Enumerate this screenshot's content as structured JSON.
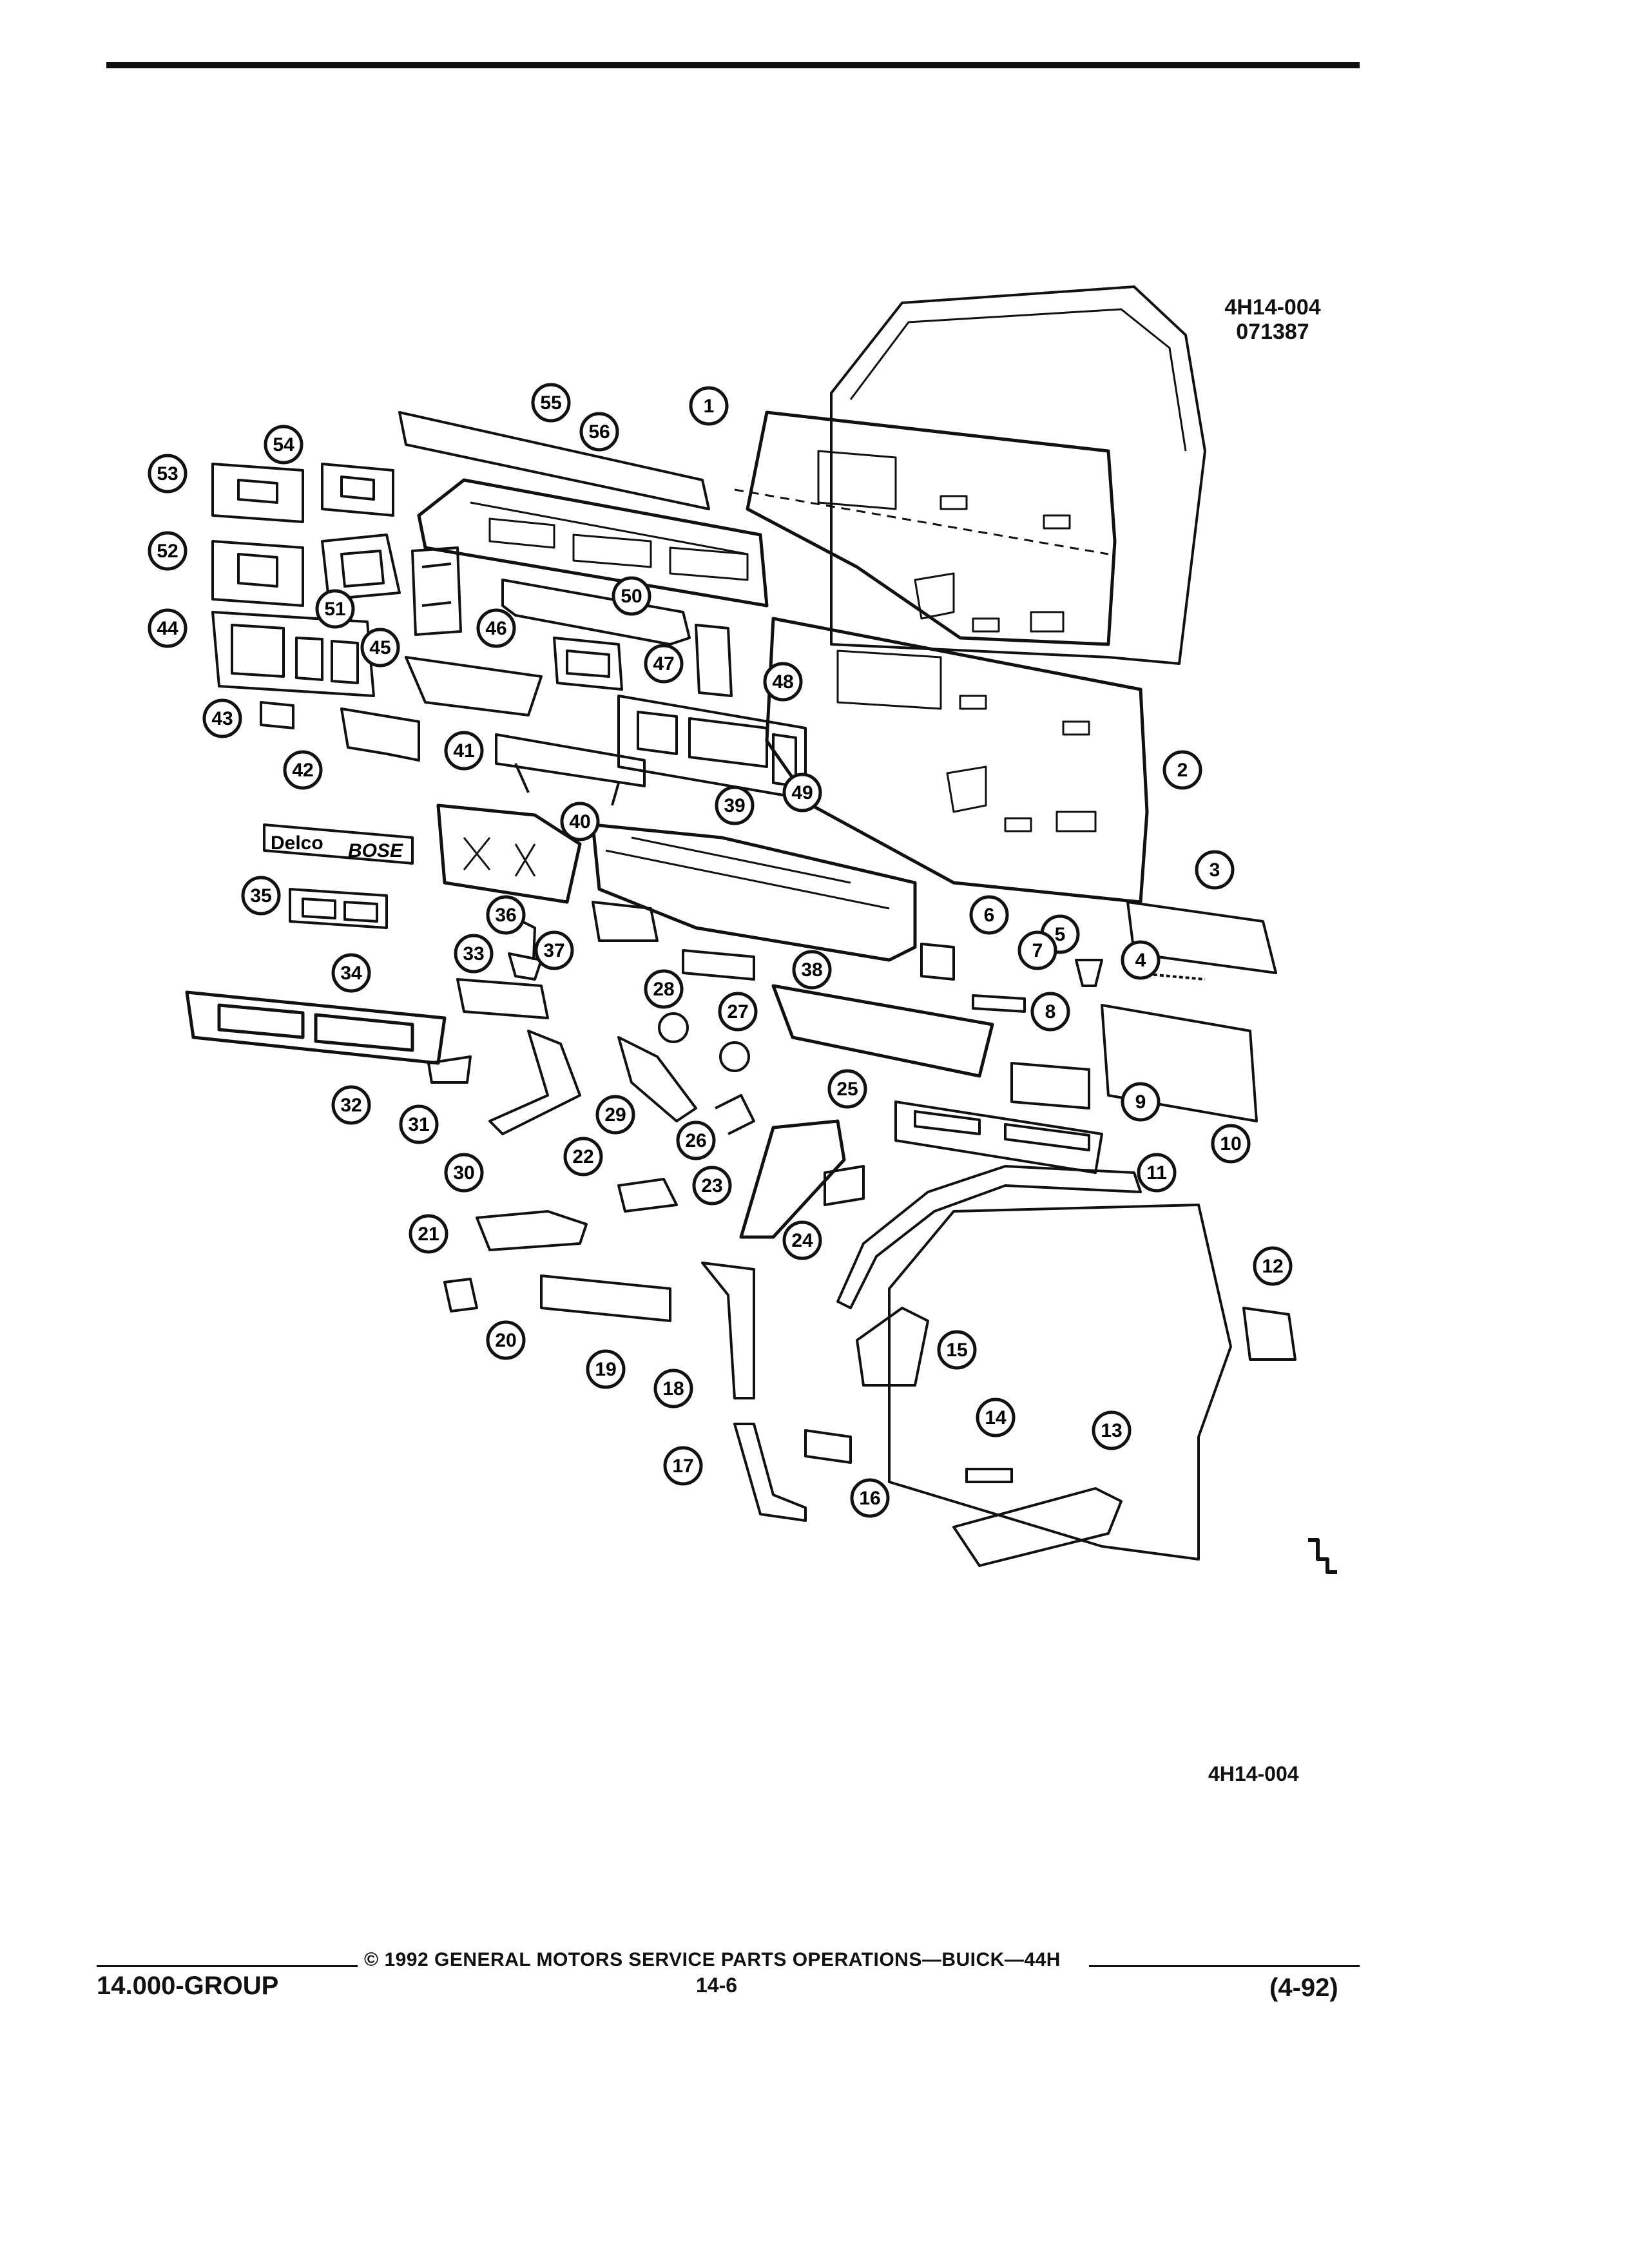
{
  "header": {
    "illustration_code": "4H14-004",
    "date_code": "071387"
  },
  "diagram": {
    "figure_ref": "4H14-004",
    "radio_badges": [
      "Delco",
      "BOSE"
    ],
    "callouts": [
      "1",
      "2",
      "3",
      "4",
      "5",
      "6",
      "7",
      "8",
      "9",
      "10",
      "11",
      "12",
      "13",
      "14",
      "15",
      "16",
      "17",
      "18",
      "19",
      "20",
      "21",
      "22",
      "23",
      "24",
      "25",
      "26",
      "27",
      "28",
      "29",
      "30",
      "31",
      "32",
      "33",
      "34",
      "35",
      "36",
      "37",
      "38",
      "39",
      "40",
      "41",
      "42",
      "43",
      "44",
      "45",
      "46",
      "47",
      "48",
      "49",
      "50",
      "51",
      "52",
      "53",
      "54",
      "55",
      "56"
    ]
  },
  "footer": {
    "copyright": "© 1992 GENERAL MOTORS SERVICE PARTS OPERATIONS—BUICK—44H",
    "group": "14.000-GROUP",
    "page": "14-6",
    "revision": "(4-92)"
  }
}
